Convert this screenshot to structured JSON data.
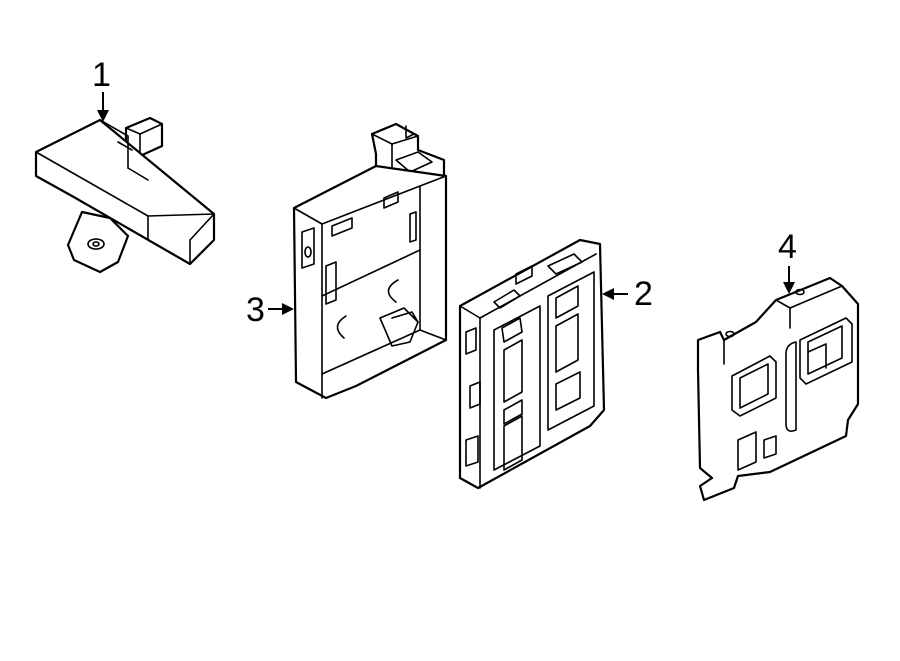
{
  "callouts": {
    "part1": "1",
    "part2": "2",
    "part3": "3",
    "part4": "4"
  },
  "colors": {
    "line": "#000000",
    "background": "#ffffff"
  }
}
